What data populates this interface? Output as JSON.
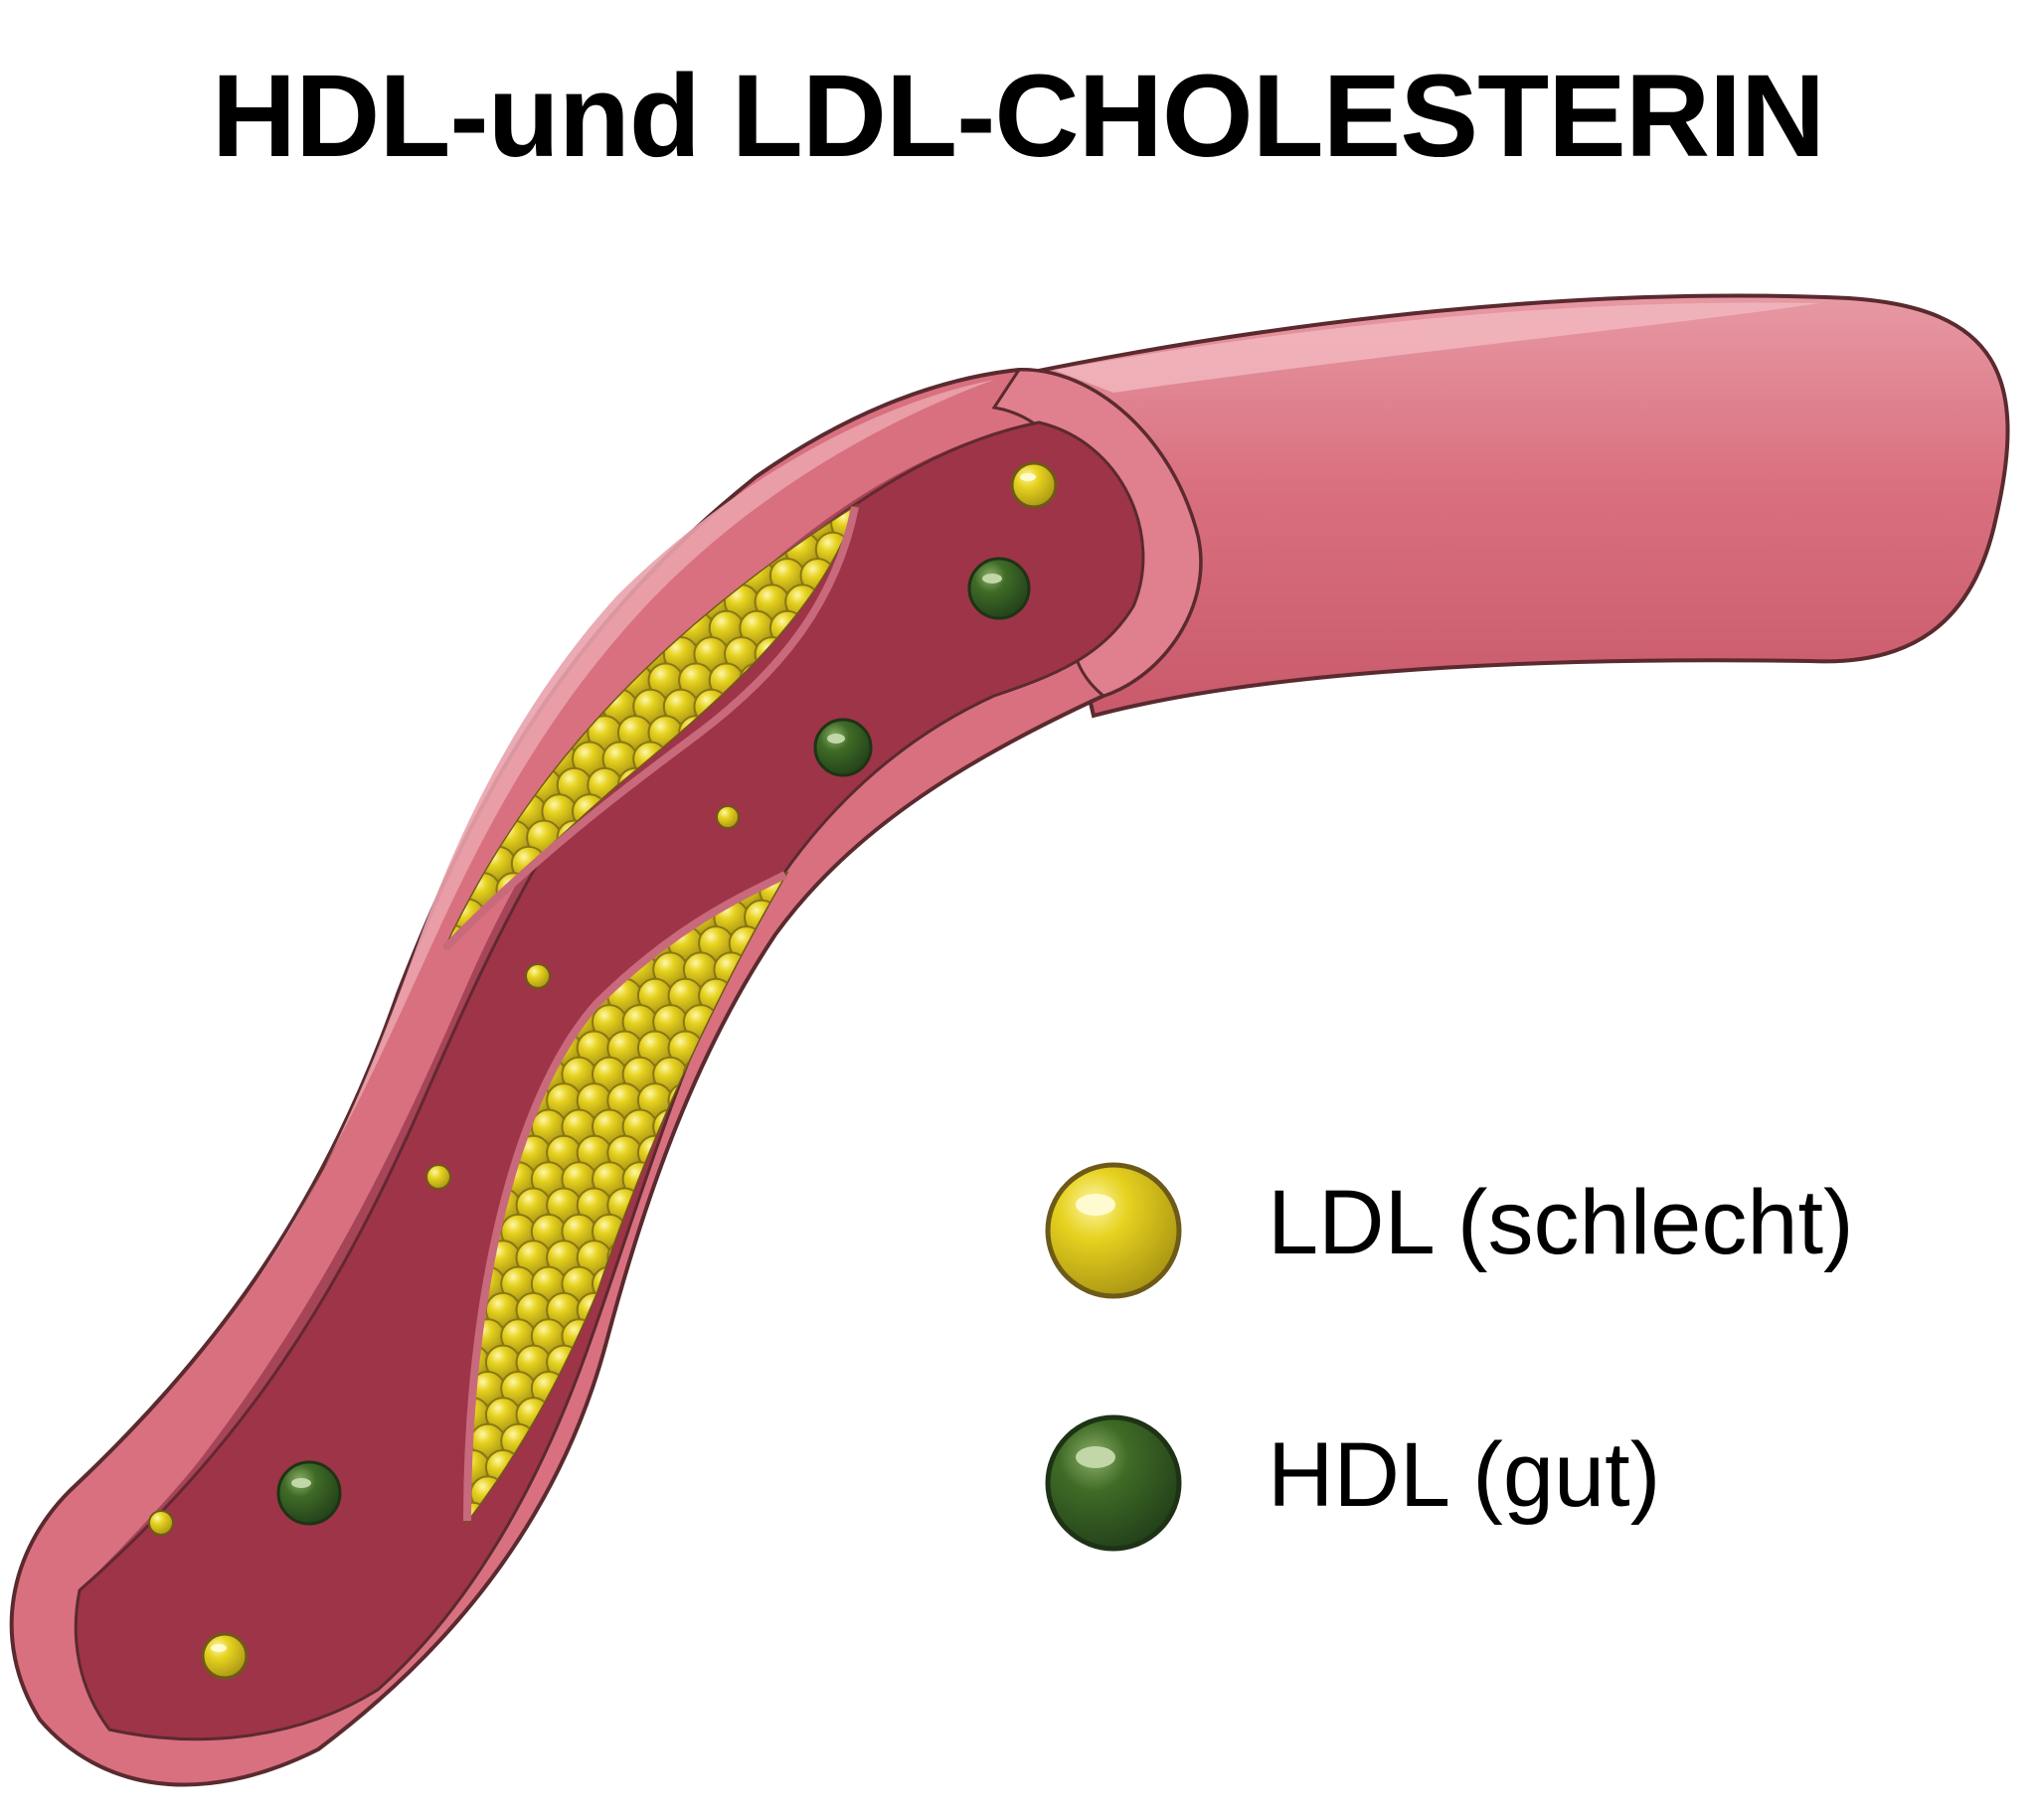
{
  "title": "HDL-und LDL-CHOLESTERIN",
  "legend": [
    {
      "label": "LDL (schlecht)",
      "color": "#e0cb1c",
      "icon": "ldl-particle-icon"
    },
    {
      "label": "HDL (gut)",
      "color": "#3f6b26",
      "icon": "hdl-particle-icon"
    }
  ],
  "colors": {
    "vessel_wall": "#d9707f",
    "vessel_lumen": "#9e3447",
    "plaque": "#d8c21e",
    "ldl": "#e0cb1c",
    "hdl": "#3f6b26"
  }
}
